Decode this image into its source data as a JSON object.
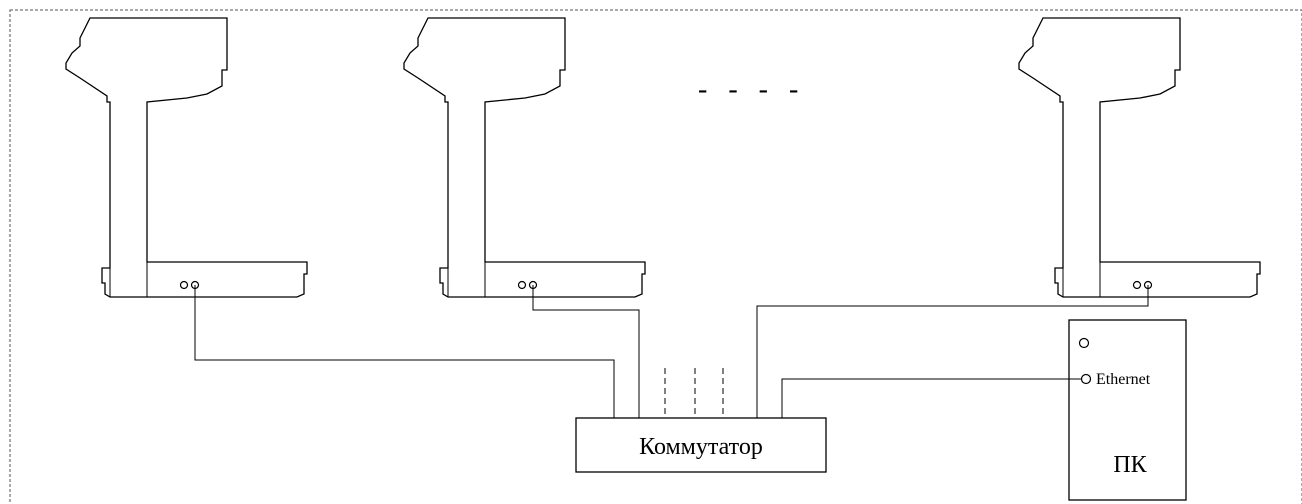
{
  "diagram": {
    "switch_label": "Коммутатор",
    "pc_label": "ПК",
    "ethernet_label": "Ethernet",
    "ellipsis": "-   -   -   -"
  }
}
